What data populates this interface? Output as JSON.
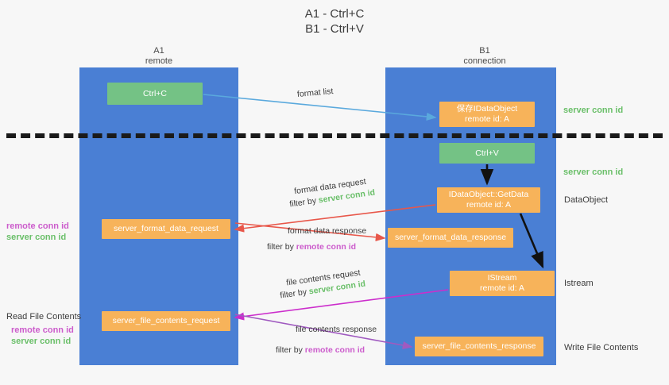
{
  "title": {
    "line1": "A1 - Ctrl+C",
    "line2": "B1 - Ctrl+V"
  },
  "columns": [
    {
      "name": "A1",
      "sub": "remote"
    },
    {
      "name": "B1",
      "sub": "connection"
    }
  ],
  "nodes": {
    "ctrl_c": {
      "label": "Ctrl+C",
      "color": "#74c285"
    },
    "save_idataobject": {
      "line1": "保存IDataObject",
      "line2": "remote id: A",
      "color": "#f7b35a"
    },
    "ctrl_v": {
      "label": "Ctrl+V",
      "color": "#74c285"
    },
    "getdata": {
      "line1": "IDataObject::GetData",
      "line2": "remote id: A",
      "color": "#f7b35a"
    },
    "server_format_data_request": {
      "label": "server_format_data_request",
      "color": "#f7b35a"
    },
    "server_format_data_response": {
      "label": "server_format_data_response",
      "color": "#f7b35a"
    },
    "istream": {
      "line1": "IStream",
      "line2": "remote id: A",
      "color": "#f7b35a"
    },
    "server_file_contents_request": {
      "label": "server_file_contents_request",
      "color": "#f7b35a"
    },
    "server_file_contents_response": {
      "label": "server_file_contents_response",
      "color": "#f7b35a"
    }
  },
  "edges": {
    "format_list": "format list",
    "format_data_request": "format data request",
    "format_data_request_filter_prefix": "filter by ",
    "format_data_request_filter_value": "server conn id",
    "format_data_response": "format data response",
    "format_data_response_filter_prefix": "filter by ",
    "format_data_response_filter_value": "remote conn id",
    "file_contents_request": "file contents request",
    "file_contents_request_filter_prefix": "filter by ",
    "file_contents_request_filter_value": "server conn id",
    "file_contents_response": "file contents response",
    "file_contents_response_filter_prefix": "filter by ",
    "file_contents_response_filter_value": "remote conn id"
  },
  "side_labels": {
    "server_conn_id_top": "server conn id",
    "server_conn_id_mid": "server conn id",
    "dataobject": "DataObject",
    "istream": "Istream",
    "write_file_contents": "Write File Contents"
  },
  "left_labels": {
    "remote_conn_id_1": "remote conn id",
    "server_conn_id_1": "server conn id",
    "read_file_contents": "Read File Contents",
    "remote_conn_id_2": "remote conn id",
    "server_conn_id_2": "server conn id"
  },
  "colors": {
    "lane": "#4a7fd4",
    "green_node": "#74c285",
    "orange_node": "#f7b35a",
    "green_text": "#6abf69",
    "magenta_text": "#cc5ccc",
    "arrow_blue": "#5aa9dd",
    "arrow_red": "#e8574a",
    "arrow_black": "#111111",
    "arrow_magenta": "#cc2ecc",
    "arrow_purple": "#a05ac0",
    "divider": "#1a1a1a",
    "background": "#f7f7f7"
  }
}
